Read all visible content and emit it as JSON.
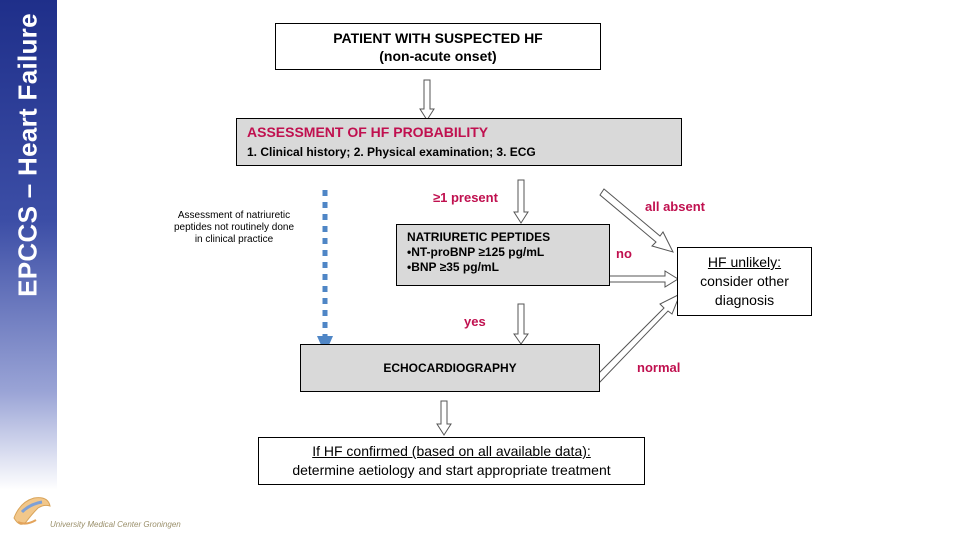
{
  "sidebar": {
    "title": "EPCCS – Heart Failure"
  },
  "boxes": {
    "patient": {
      "line1": "PATIENT WITH SUSPECTED HF",
      "line2": "(non-acute onset)"
    },
    "assessment": {
      "title": "ASSESSMENT OF HF PROBABILITY",
      "subtitle": "1. Clinical history; 2. Physical examination; 3. ECG"
    },
    "peptides": {
      "title": "NATRIURETIC  PEPTIDES",
      "line1": "•NT-proBNP  ≥125 pg/mL",
      "line2": "•BNP  ≥35 pg/mL"
    },
    "echo": {
      "label": "ECHOCARDIOGRAPHY"
    },
    "hf_unlikely": {
      "line1": "HF unlikely:",
      "line2": "consider other",
      "line3": "diagnosis"
    },
    "confirmed": {
      "line1": "If HF confirmed (based on all available data):",
      "line2": "determine aetiology and start appropriate treatment"
    }
  },
  "labels": {
    "present": "≥1 present",
    "all_absent": "all absent",
    "no": "no",
    "yes": "yes",
    "normal": "normal"
  },
  "note": {
    "line1": "Assessment of natriuretic",
    "line2": "peptides not routinely done",
    "line3": "in clinical practice"
  },
  "logo": {
    "text": "University Medical Center Groningen"
  },
  "colors": {
    "accent": "#c0104f",
    "dotted_arrow": "#4f86c6",
    "box_grey": "#d9d9d9",
    "sidebar": "#2b3b96"
  }
}
